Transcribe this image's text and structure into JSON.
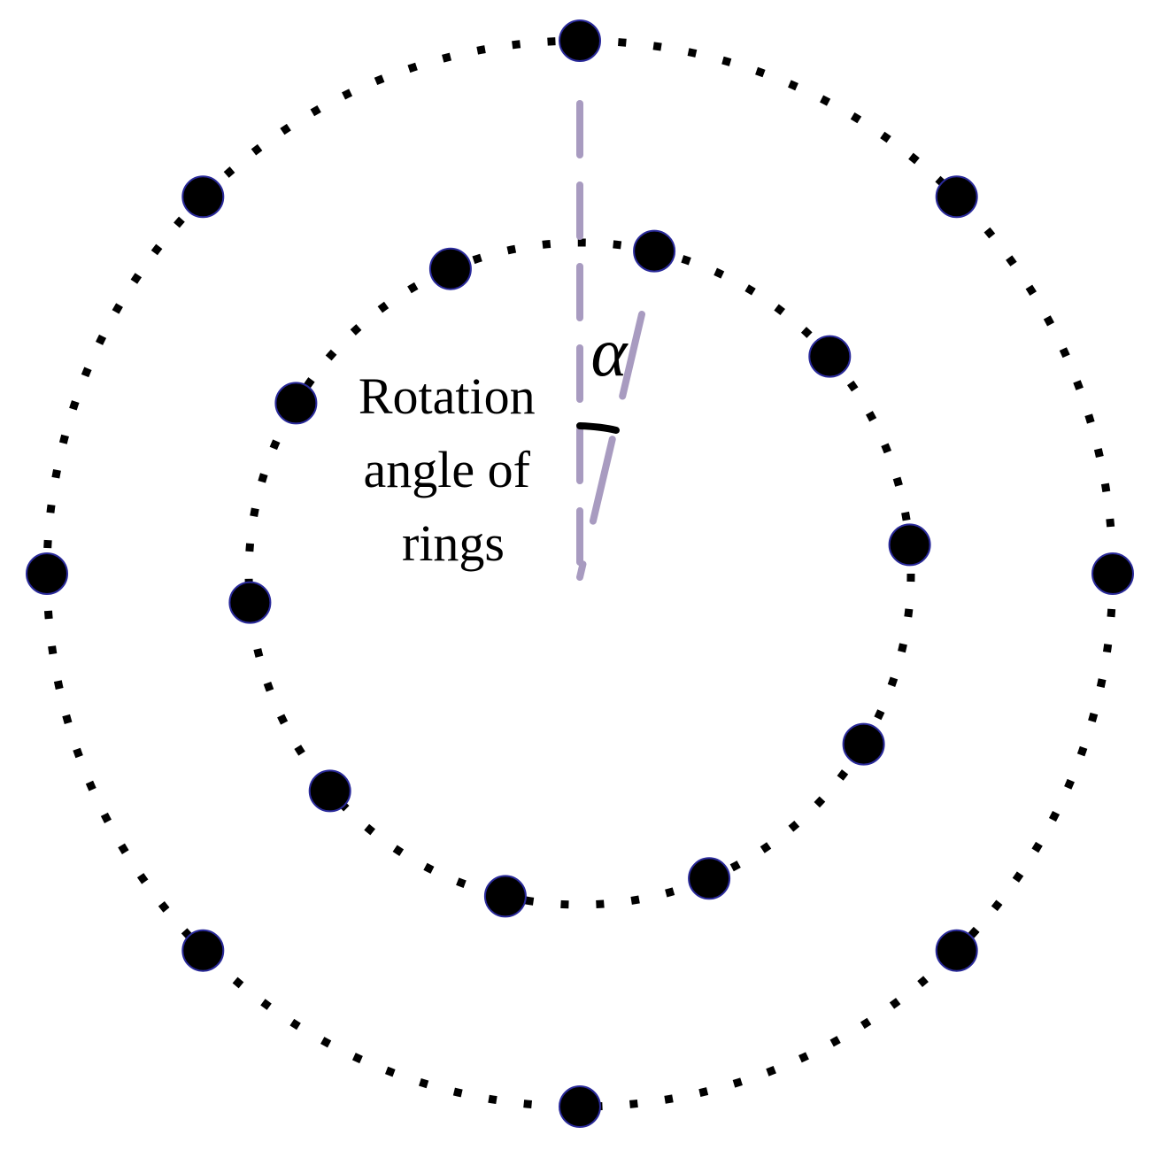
{
  "diagram": {
    "caption_lines": [
      "Rotation",
      "angle of",
      "rings"
    ],
    "angle_symbol": "α",
    "outer_ring": {
      "element_count": 8,
      "rotation_deg": 0
    },
    "inner_ring": {
      "element_count": 10,
      "rotation_deg": 13
    },
    "colors": {
      "elements": "#000000",
      "element_outline": "#2a2a9a",
      "rings": "#000000",
      "reference_lines": "#a89bc0"
    }
  }
}
